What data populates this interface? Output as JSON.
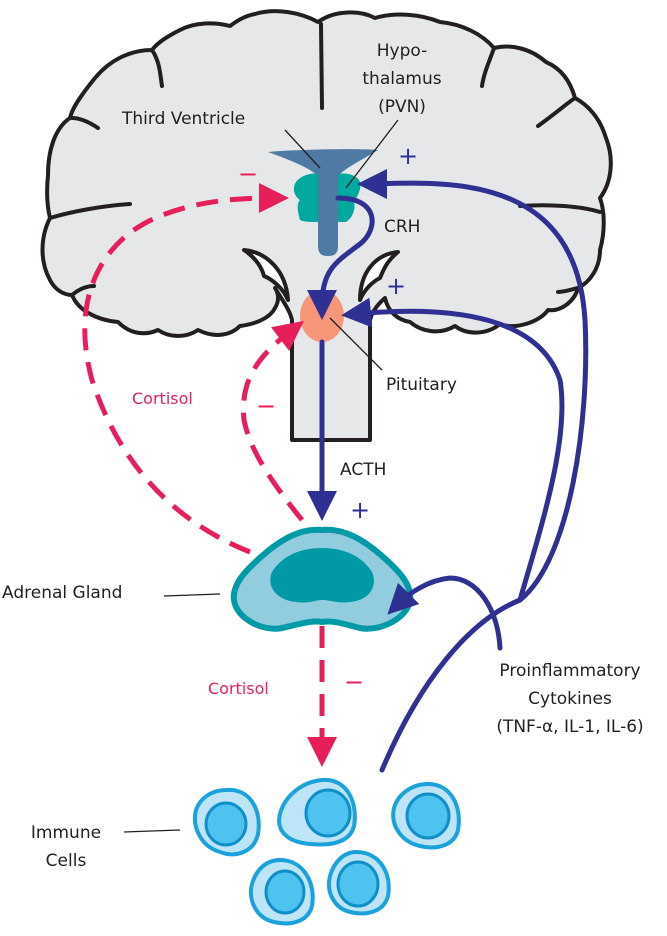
{
  "title": "HPA axis and inflammatory cytokine feedback",
  "colors": {
    "stimulation": "#2e3192",
    "inhibition": "#e61f5b",
    "brain_fill": "#e6e7e8",
    "outline": "#231f20",
    "third_ventricle": "#4e7aa3",
    "pvn": "#00a99d",
    "pituitary": "#f7977a",
    "adrenal_outer": "#009aa6",
    "adrenal_cortex": "#91cddf",
    "immune_cell_membrane": "#1ba1db",
    "immune_cell_cytoplasm": "#bde4f7",
    "immune_cell_nucleus": "#4fc3f0"
  },
  "labels": {
    "hypothalamus_line1": "Hypo-",
    "hypothalamus_line2": "thalamus",
    "hypothalamus_line3": "(PVN)",
    "third_ventricle": "Third Ventricle",
    "crh": "CRH",
    "pituitary": "Pituitary",
    "acth": "ACTH",
    "adrenal_gland": "Adrenal Gland",
    "cortisol_upper": "Cortisol",
    "cortisol_lower": "Cortisol",
    "immune_line1": "Immune",
    "immune_line2": "Cells",
    "cytokines_line1": "Proinflammatory",
    "cytokines_line2": "Cytokines",
    "cytokines_line3": "(TNF-α, IL-1, IL-6)"
  },
  "signs": {
    "plus": "+",
    "minus": "−"
  },
  "pathways": [
    {
      "from": "Hypothalamus (PVN)",
      "to": "Pituitary",
      "signal": "CRH",
      "effect": "+"
    },
    {
      "from": "Pituitary",
      "to": "Adrenal Gland",
      "signal": "ACTH",
      "effect": "+"
    },
    {
      "from": "Adrenal Gland",
      "to": "Hypothalamus (PVN)",
      "signal": "Cortisol",
      "effect": "−"
    },
    {
      "from": "Adrenal Gland",
      "to": "Pituitary",
      "signal": "Cortisol",
      "effect": "−"
    },
    {
      "from": "Adrenal Gland",
      "to": "Immune Cells",
      "signal": "Cortisol",
      "effect": "−"
    },
    {
      "from": "Immune Cells",
      "to": "Hypothalamus (PVN)",
      "signal": "Proinflammatory Cytokines",
      "effect": "+"
    },
    {
      "from": "Immune Cells",
      "to": "Pituitary",
      "signal": "Proinflammatory Cytokines",
      "effect": "+"
    },
    {
      "from": "Immune Cells",
      "to": "Adrenal Gland",
      "signal": "Proinflammatory Cytokines",
      "effect": "+"
    }
  ]
}
